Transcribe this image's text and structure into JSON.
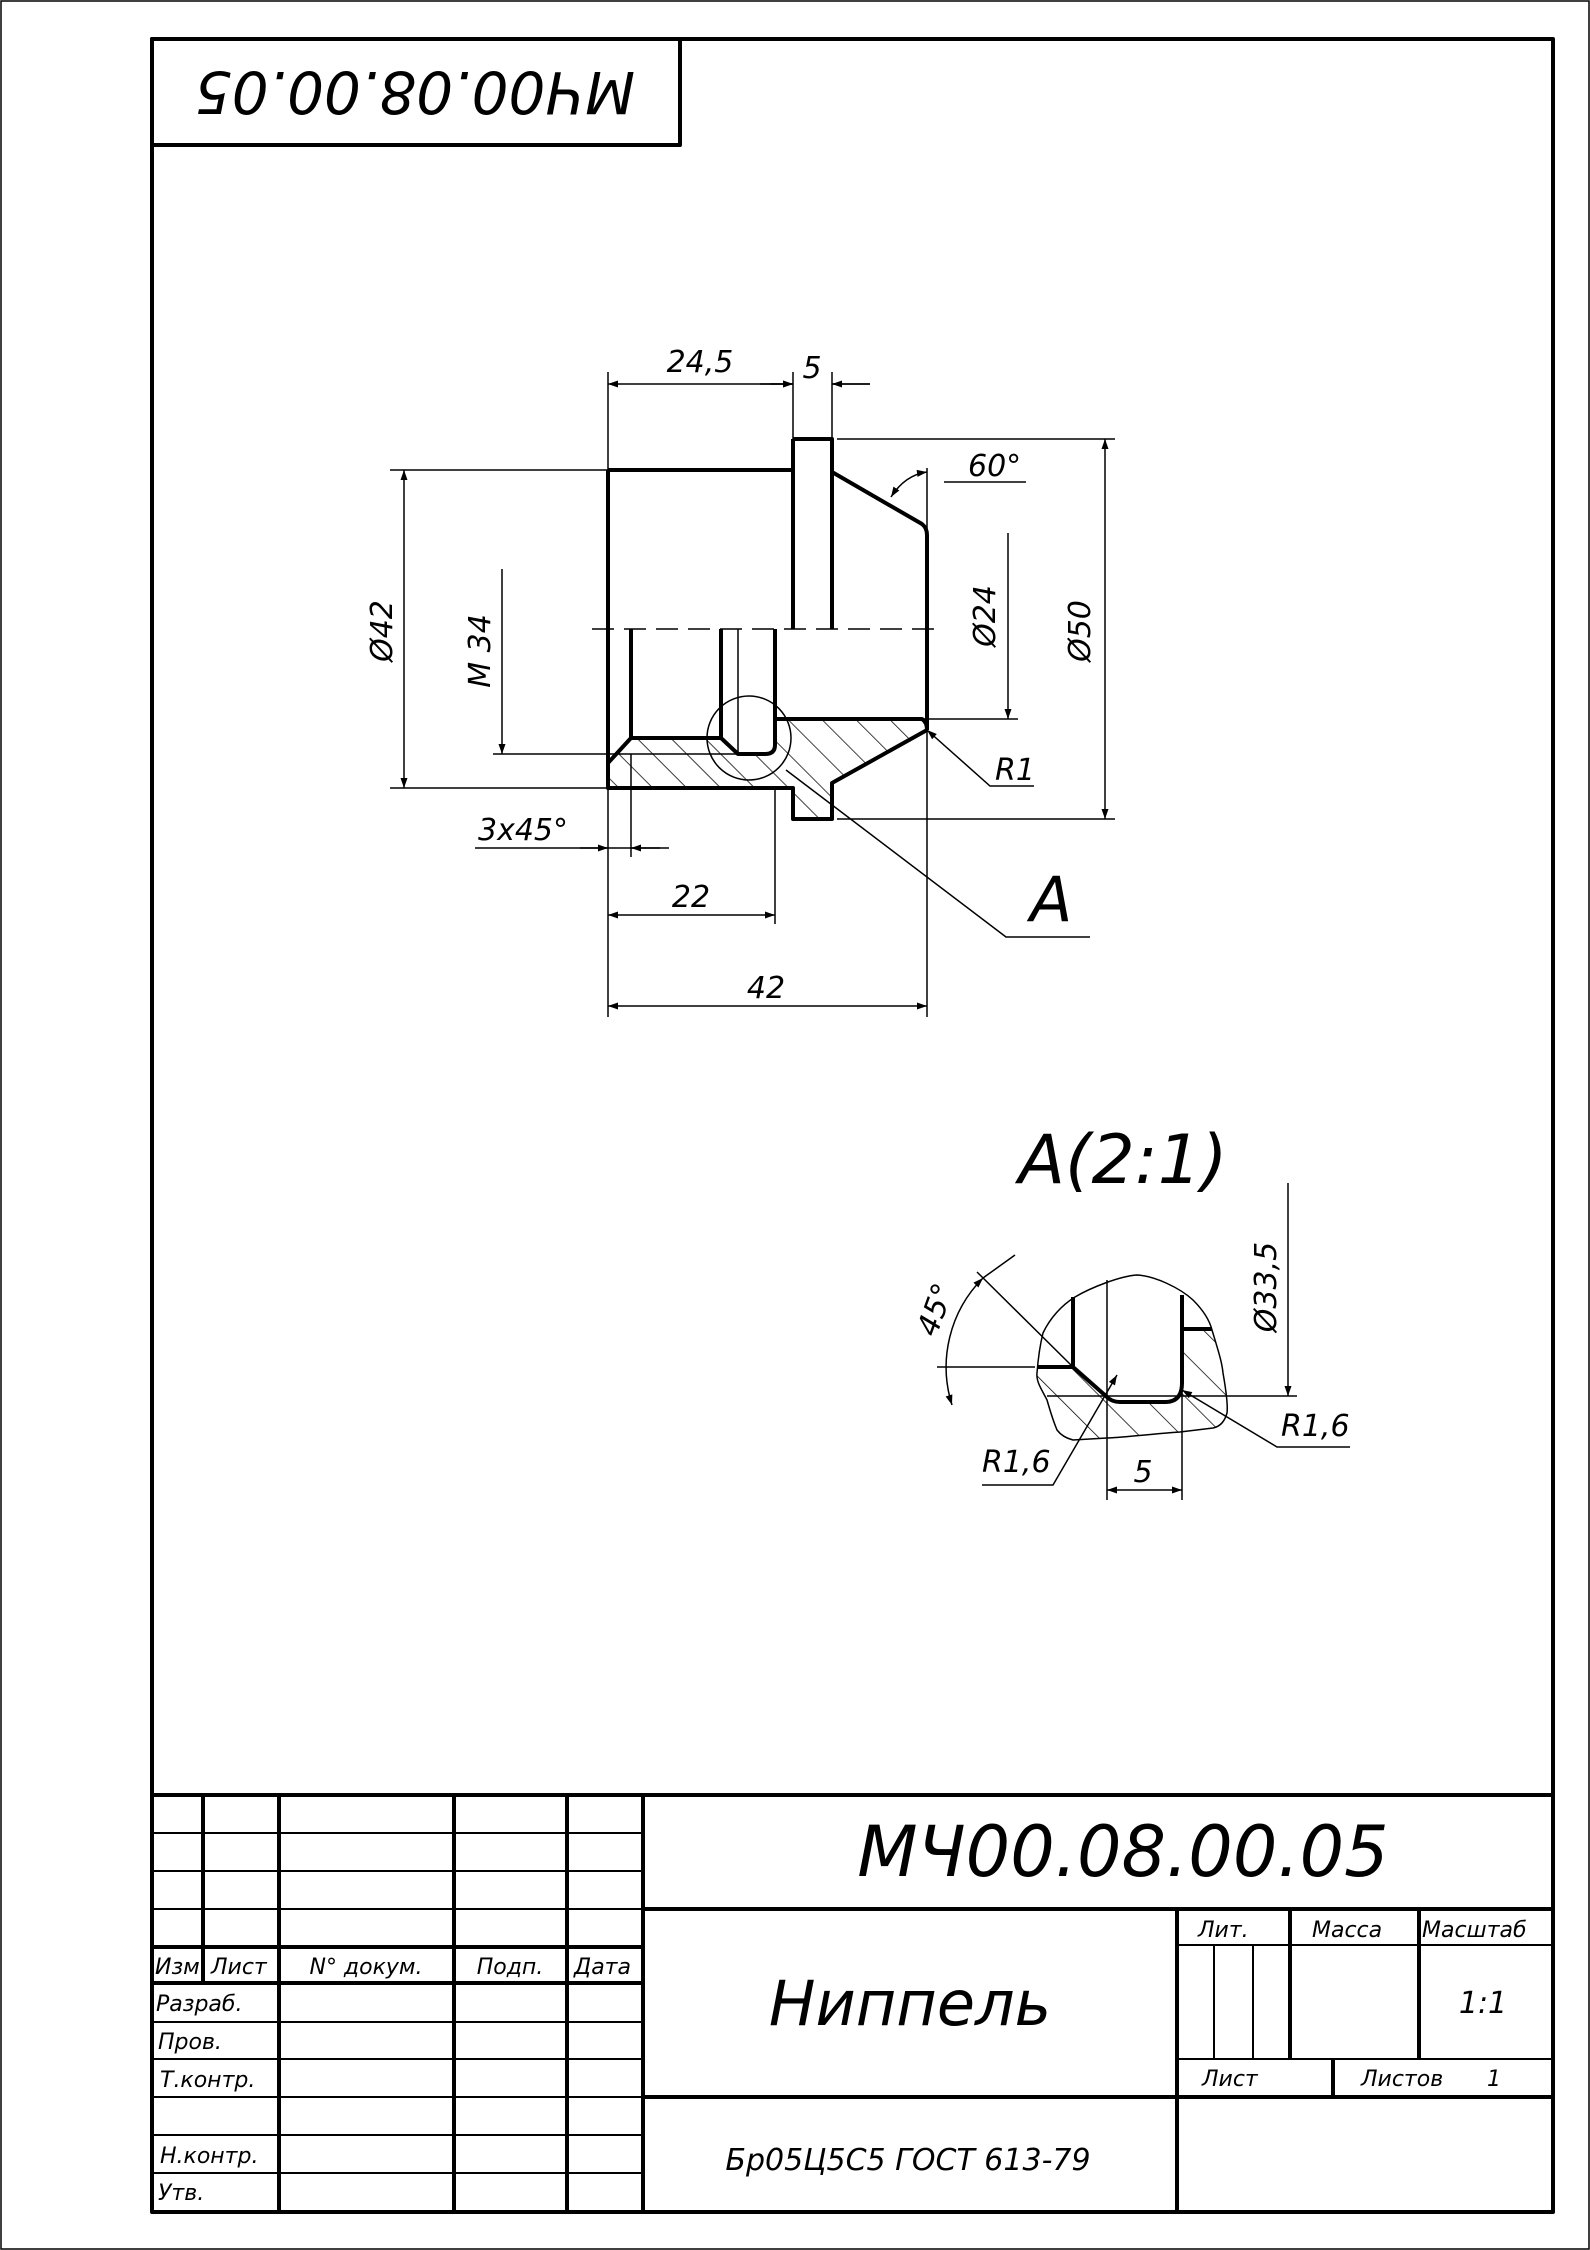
{
  "stamp_rotated": "МЧ00.08.00.05",
  "main_view": {
    "dims": {
      "d1": "24,5",
      "d2": "5",
      "angle": "60°",
      "dia50": "Ø50",
      "dia24": "Ø24",
      "r1": "R1",
      "dia42": "Ø42",
      "m34": "M 34",
      "chamfer": "3x45°",
      "len22": "22",
      "len42": "42"
    },
    "callout": "A"
  },
  "detail_view": {
    "title": "A(2:1)",
    "dims": {
      "angle": "45°",
      "dia": "Ø33,5",
      "r_left": "R1,6",
      "r_right": "R1,6",
      "width": "5"
    }
  },
  "title_block": {
    "designation": "МЧ00.08.00.05",
    "name": "Ниппель",
    "material": "Бр05Ц5С5 ГОСТ 613-79",
    "headers": {
      "izm": "Изм",
      "list": "Лист",
      "doc": "N° докум.",
      "sign": "Подп.",
      "date": "Дата"
    },
    "roles": [
      "Разраб.",
      "Пров.",
      "Т.контр.",
      "Н.контр.",
      "Утв."
    ],
    "lit_label": "Лит.",
    "mass_label": "Масса",
    "scale_label": "Масштаб",
    "scale_value": "1:1",
    "sheet_label": "Лист",
    "sheets_label": "Листов",
    "sheets_value": "1"
  }
}
